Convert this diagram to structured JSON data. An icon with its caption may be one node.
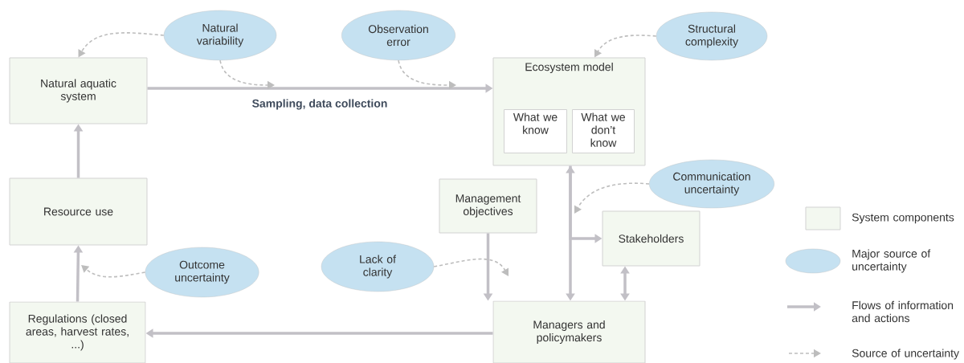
{
  "diagram": {
    "nodes": [
      {
        "text": [
          "Natural aquatic system"
        ]
      },
      {
        "text": [
          "Natural variability"
        ]
      },
      {
        "text": [
          "Observation error"
        ]
      },
      {
        "text": [
          "Ecosystem model"
        ]
      },
      {
        "text": [
          "What we know"
        ],
        "in": 3
      },
      {
        "text": [
          "What we don’t know"
        ],
        "in": 3
      },
      {
        "text": [
          "Structural complexity"
        ]
      },
      {
        "text": [
          "Resource use"
        ]
      },
      {
        "text": [
          "Communication uncertainty"
        ]
      },
      {
        "text": [
          "Management objectives"
        ]
      },
      {
        "text": [
          "Stakeholders"
        ]
      },
      {
        "text": [
          "Lack of clarity"
        ]
      },
      {
        "text": [
          "Outcome uncertainty"
        ]
      },
      {
        "text": [
          "Regulations (closed areas, harvest rates, ...)"
        ]
      },
      {
        "text": [
          "Managers and policymakers"
        ]
      }
    ],
    "edges": [
      {
        "from": 0,
        "to": 3,
        "arrow": "to",
        "label": "Sampling, data collection"
      },
      {
        "from": 7,
        "to": 0,
        "arrow": "to"
      },
      {
        "from": 13,
        "to": 7,
        "arrow": "to"
      },
      {
        "from": 14,
        "to": 13,
        "arrow": "to"
      },
      {
        "from": 9,
        "to": 14,
        "arrow": "to"
      },
      {
        "from": 3,
        "to": 14,
        "arrow": "both"
      },
      {
        "from": 3,
        "to": 10,
        "arrow": "to"
      },
      {
        "from": 10,
        "to": 14,
        "arrow": "both"
      },
      {
        "from": 1,
        "to": 0,
        "arrow": "to",
        "style": "dashed"
      },
      {
        "from": 1,
        "to": null,
        "arrow": "to",
        "style": "dashed"
      },
      {
        "from": 2,
        "to": null,
        "arrow": "to",
        "style": "dashed"
      },
      {
        "from": 6,
        "to": 3,
        "arrow": "to",
        "style": "dashed"
      },
      {
        "from": 8,
        "to": null,
        "arrow": "to",
        "style": "dashed"
      },
      {
        "from": 11,
        "to": null,
        "arrow": "to",
        "style": "dashed"
      },
      {
        "from": 12,
        "to": null,
        "arrow": "to",
        "style": "dashed"
      }
    ],
    "legend": [
      {
        "text": "System components",
        "color": "#f3f8f0"
      },
      {
        "text": "Major source of uncertainty",
        "color": "#c5e1f1"
      },
      {
        "text": "Flows of information and actions"
      },
      {
        "text": "Source of uncertainty"
      }
    ]
  }
}
